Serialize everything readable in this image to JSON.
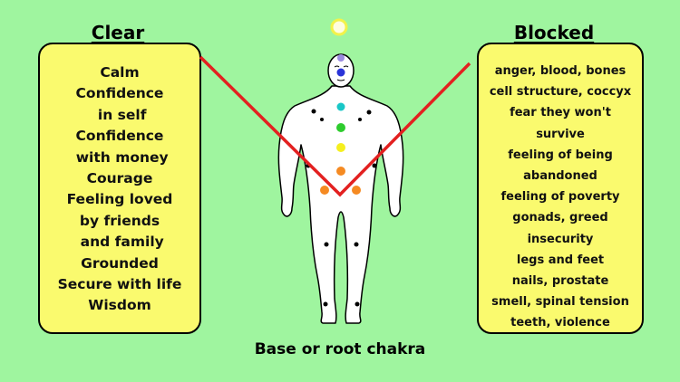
{
  "clear": {
    "heading": "Clear",
    "items": [
      "Calm",
      "Confidence",
      " in self",
      "Confidence",
      " with money",
      "Courage",
      "Feeling loved",
      "by friends",
      " and family",
      "Grounded",
      "Secure with life",
      "Wisdom"
    ]
  },
  "blocked": {
    "heading": "Blocked",
    "items": [
      "anger, blood, bones",
      "cell structure, coccyx",
      "fear they won't",
      "survive",
      "feeling of being",
      "abandoned",
      "feeling of poverty",
      "gonads, greed",
      "insecurity",
      "legs and feet",
      "nails, prostate",
      "smell, spinal tension",
      "teeth, violence"
    ]
  },
  "caption": "Base or root chakra",
  "colors": {
    "background": "#9ff59f",
    "box_fill": "#fafa6e",
    "v_line": "#e32020",
    "crown": "#fffde0",
    "chakras": [
      "#9b8ce0",
      "#2a34d8",
      "#19c7c7",
      "#2ecc2e",
      "#f5ef1f",
      "#f58a22",
      "#f58a22"
    ]
  }
}
